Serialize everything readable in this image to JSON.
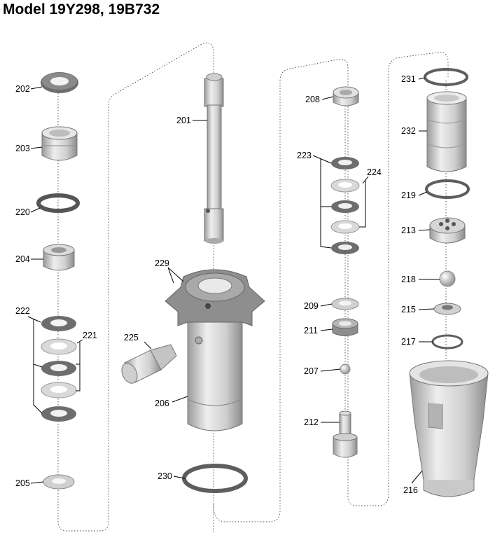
{
  "title": "Model 19Y298, 19B732",
  "callouts": {
    "c201": "201",
    "c202": "202",
    "c203": "203",
    "c204": "204",
    "c205": "205",
    "c206": "206",
    "c207": "207",
    "c208": "208",
    "c209": "209",
    "c211": "211",
    "c212": "212",
    "c213": "213",
    "c215": "215",
    "c216": "216",
    "c217": "217",
    "c218": "218",
    "c219": "219",
    "c220": "220",
    "c221": "221",
    "c222": "222",
    "c223": "223",
    "c224": "224",
    "c225": "225",
    "c229": "229",
    "c230": "230",
    "c231": "231",
    "c232": "232"
  },
  "colors": {
    "metal": "#c8c8c8",
    "metal_dark": "#8a8a8a",
    "seal": "#6d6d6d",
    "seal_light": "#d6d6d6"
  }
}
